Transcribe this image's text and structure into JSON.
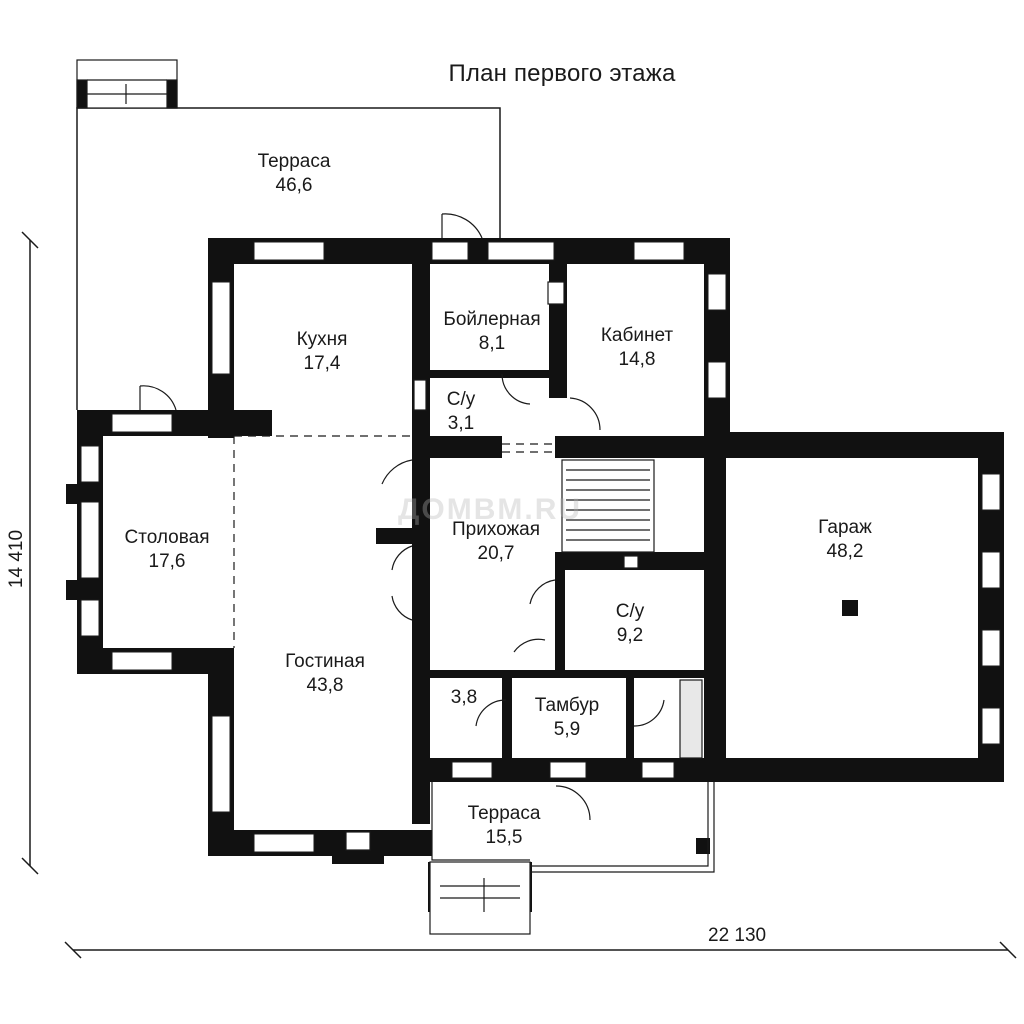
{
  "title": "План первого этажа",
  "watermark": "ДОМВМ.RU",
  "dimensions": {
    "width": "22 130",
    "height": "14 410"
  },
  "rooms": {
    "terrace_top": {
      "name": "Терраса",
      "area": "46,6"
    },
    "kitchen": {
      "name": "Кухня",
      "area": "17,4"
    },
    "boiler": {
      "name": "Бойлерная",
      "area": "8,1"
    },
    "office": {
      "name": "Кабинет",
      "area": "14,8"
    },
    "wc_small": {
      "name": "С/у",
      "area": "3,1"
    },
    "dining": {
      "name": "Столовая",
      "area": "17,6"
    },
    "hall": {
      "name": "Прихожая",
      "area": "20,7"
    },
    "garage": {
      "name": "Гараж",
      "area": "48,2"
    },
    "wc_big": {
      "name": "С/у",
      "area": "9,2"
    },
    "living": {
      "name": "Гостиная",
      "area": "43,8"
    },
    "closet": {
      "name": "",
      "area": "3,8"
    },
    "vestibule": {
      "name": "Тамбур",
      "area": "5,9"
    },
    "terrace_bot": {
      "name": "Терраса",
      "area": "15,5"
    }
  },
  "colors": {
    "wall": "#111111",
    "line": "#1a1a1a",
    "window": "#ffffff"
  }
}
